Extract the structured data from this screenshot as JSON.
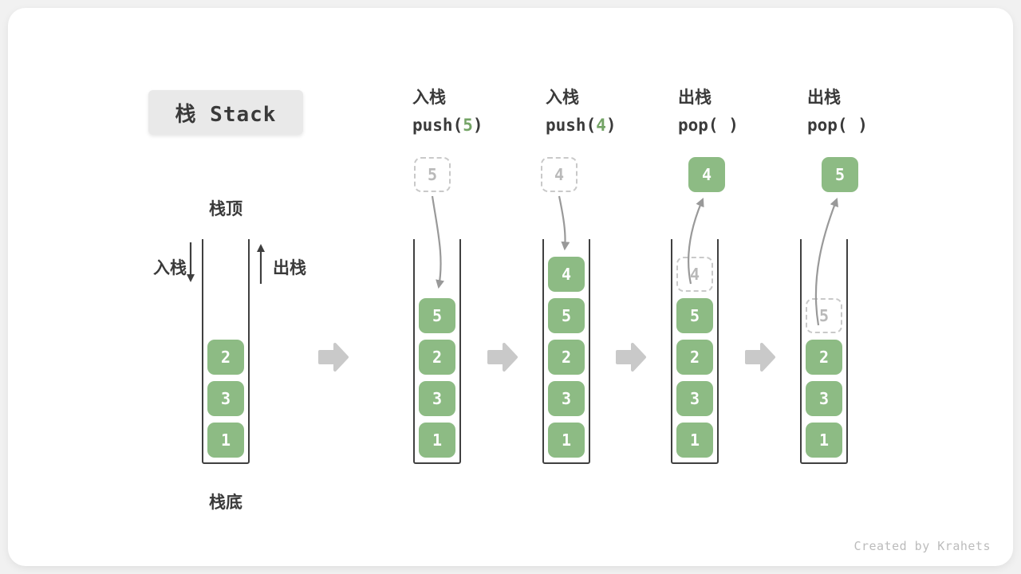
{
  "title": "栈 Stack",
  "labels": {
    "stack_top": "栈顶",
    "stack_bottom": "栈底",
    "push": "入栈",
    "pop": "出栈"
  },
  "operations": [
    {
      "label": "入栈",
      "code_pre": "push(",
      "code_arg": "5",
      "code_suf": ")"
    },
    {
      "label": "入栈",
      "code_pre": "push(",
      "code_arg": "4",
      "code_suf": ")"
    },
    {
      "label": "出栈",
      "code_pre": "pop(",
      "code_arg": " ",
      "code_suf": ")"
    },
    {
      "label": "出栈",
      "code_pre": "pop(",
      "code_arg": " ",
      "code_suf": ")"
    }
  ],
  "stacks": [
    {
      "cells": [
        "2",
        "3",
        "1"
      ]
    },
    {
      "floating": "5",
      "cells": [
        "5",
        "2",
        "3",
        "1"
      ]
    },
    {
      "floating": "4",
      "cells": [
        "4",
        "5",
        "2",
        "3",
        "1"
      ]
    },
    {
      "floating": "4",
      "ghost": "4",
      "cells": [
        "5",
        "2",
        "3",
        "1"
      ]
    },
    {
      "floating": "5",
      "ghost": "5",
      "cells": [
        "2",
        "3",
        "1"
      ]
    }
  ],
  "colors": {
    "cell_green": "#8dbb84",
    "code_arg_green": "#74a466",
    "arrow_gray": "#999999",
    "block_arrow_gray": "#c9c9c9",
    "dashed_gray": "#c9c9c9",
    "text_dark": "#3a3a3a"
  },
  "watermark": "Created by Krahets"
}
